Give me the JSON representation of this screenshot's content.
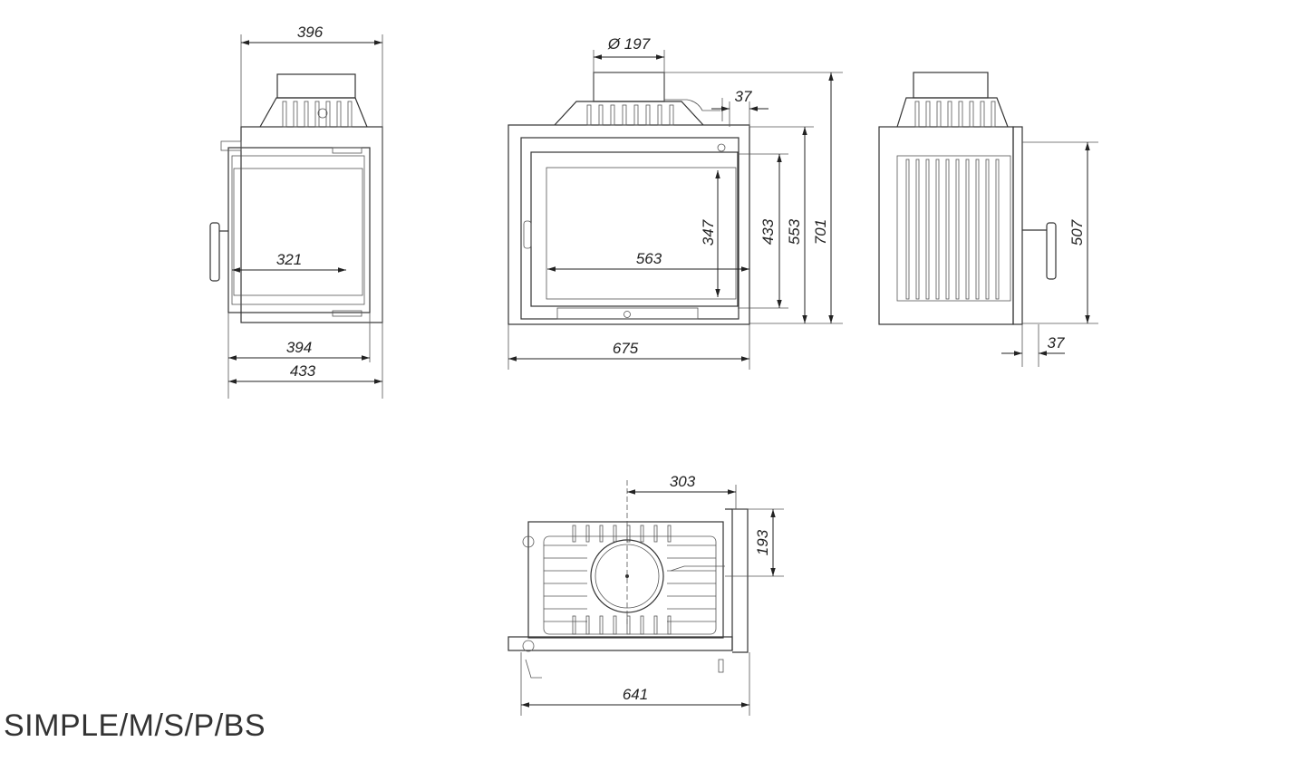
{
  "title": "SIMPLE/M/S/P/BS",
  "views": {
    "side_left": {
      "d_top": "396",
      "d_glass": "321",
      "d_door": "394",
      "d_total": "433"
    },
    "front": {
      "d_flue": "Ø 197",
      "d_offset": "37",
      "d_glass_h": "347",
      "d_glass_w": "563",
      "d_frame_h": "433",
      "d_body_h": "553",
      "d_total_h": "701",
      "d_total_w": "675"
    },
    "side_right": {
      "d_height": "507",
      "d_depth": "37"
    },
    "top": {
      "d_flue_pos": "303",
      "d_flue_depth": "193",
      "d_width": "641"
    }
  }
}
